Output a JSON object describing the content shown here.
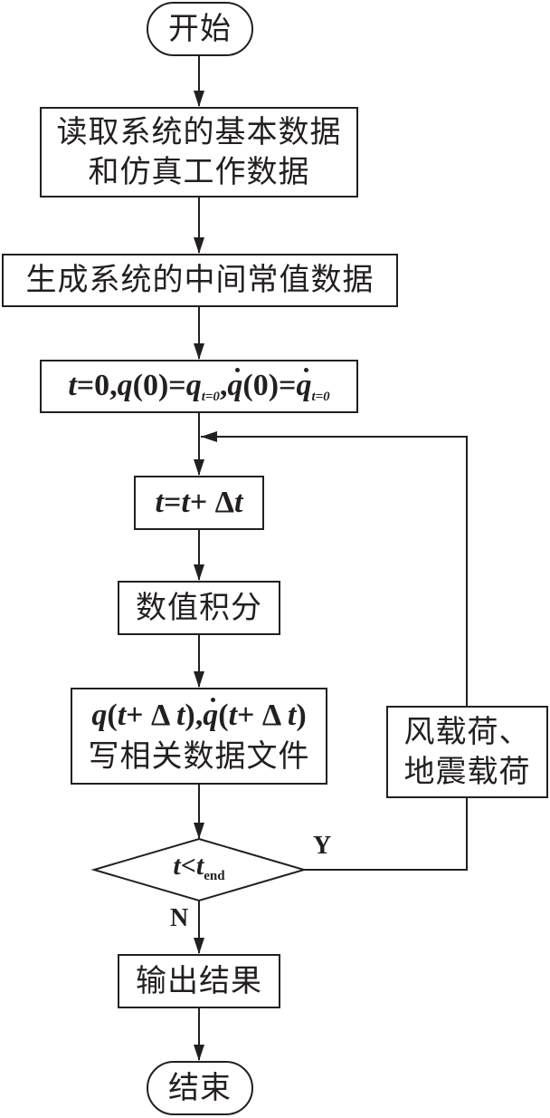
{
  "diagram": {
    "type": "flowchart",
    "nodes": {
      "start": {
        "shape": "terminator",
        "label": "开始"
      },
      "read_data": {
        "shape": "process",
        "line1": "读取系统的基本数据",
        "line2": "和仿真工作数据"
      },
      "gen_const": {
        "shape": "process",
        "label": "生成系统的中间常值数据"
      },
      "init": {
        "shape": "process",
        "t": "t",
        "eq0": "=0,",
        "q": "q",
        "paren0": "(0)=",
        "qsub": "t=0",
        "comma": ",",
        "qd": "q",
        "paren0b": "(0)=",
        "qd2": "q",
        "qdsub": "t=0"
      },
      "step": {
        "shape": "process",
        "t1": "t",
        "eq": "=",
        "t2": "t",
        "plus": "+ Δ",
        "t3": "t"
      },
      "integrate": {
        "shape": "process",
        "label": "数值积分"
      },
      "write": {
        "shape": "process",
        "line1_a": "q",
        "line1_b": "(",
        "line1_c": "t",
        "line1_d": "+ Δ ",
        "line1_e": "t",
        "line1_f": "),",
        "line1_g": "q",
        "line1_h": "(",
        "line1_i": "t",
        "line1_j": "+ Δ ",
        "line1_k": "t",
        "line1_l": ")",
        "line2": "写相关数据文件"
      },
      "decision": {
        "shape": "decision",
        "t": "t",
        "lt": "<",
        "tend": "t",
        "sub": "end"
      },
      "loads": {
        "shape": "process",
        "line1": "风载荷、",
        "line2": "地震载荷"
      },
      "output": {
        "shape": "process",
        "label": "输出结果"
      },
      "end": {
        "shape": "terminator",
        "label": "结束"
      }
    },
    "edges": [
      {
        "from": "start",
        "to": "read_data"
      },
      {
        "from": "read_data",
        "to": "gen_const"
      },
      {
        "from": "gen_const",
        "to": "init"
      },
      {
        "from": "init",
        "to": "step"
      },
      {
        "from": "step",
        "to": "integrate"
      },
      {
        "from": "integrate",
        "to": "write"
      },
      {
        "from": "write",
        "to": "decision"
      },
      {
        "from": "decision",
        "to": "loads",
        "label": "Y"
      },
      {
        "from": "loads",
        "to": "step"
      },
      {
        "from": "decision",
        "to": "output",
        "label": "N"
      },
      {
        "from": "output",
        "to": "end"
      }
    ],
    "yes_label": "Y",
    "no_label": "N"
  }
}
